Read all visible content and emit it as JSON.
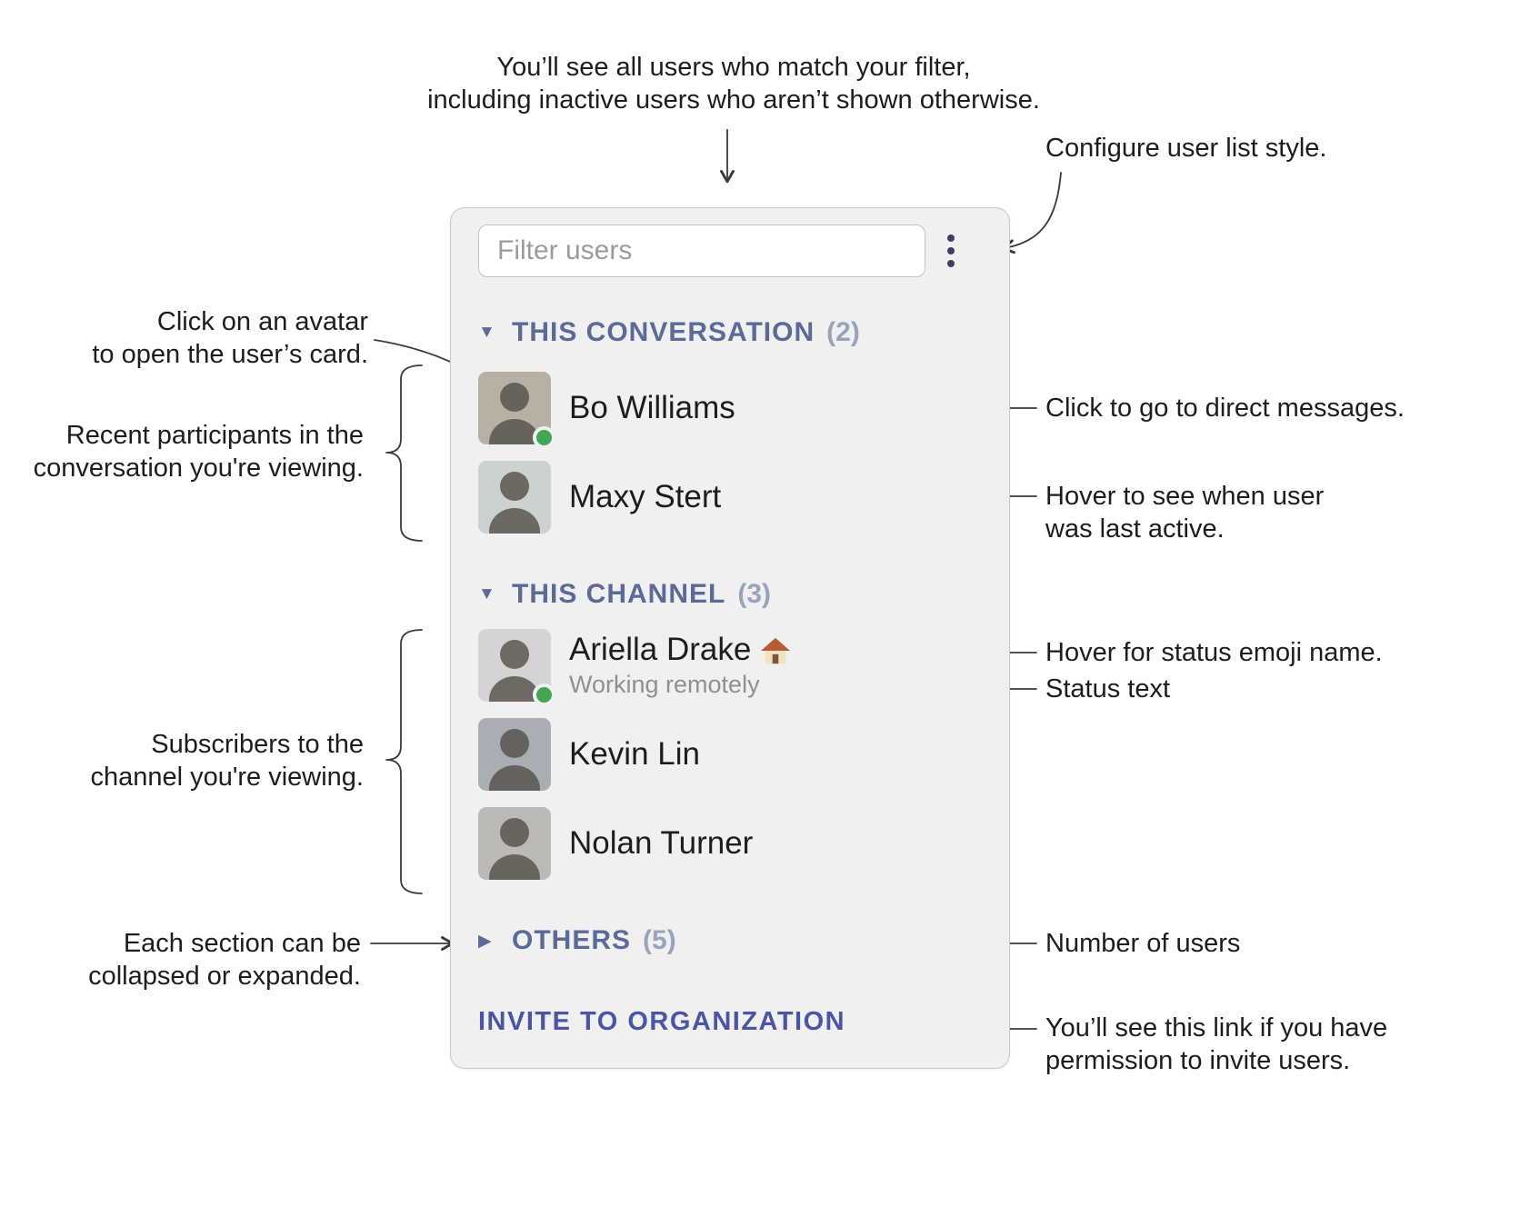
{
  "panel": {
    "filter_placeholder": "Filter users",
    "sections": [
      {
        "triangle": "▼",
        "label": "THIS CONVERSATION",
        "count": "(2)",
        "users": [
          {
            "name": "Bo Williams",
            "online": true,
            "avatar_color": "#b6b1a3"
          },
          {
            "name": "Maxy Stert",
            "online": false,
            "avatar_color": "#ccd2cd"
          }
        ]
      },
      {
        "triangle": "▼",
        "label": "THIS CHANNEL",
        "count": "(3)",
        "users": [
          {
            "name": "Ariella Drake",
            "status_emoji": "house",
            "status_text": "Working remotely",
            "online": true,
            "avatar_color": "#d6d3d4"
          },
          {
            "name": "Kevin Lin",
            "online": false,
            "avatar_color": "#a8aeb4"
          },
          {
            "name": "Nolan Turner",
            "online": false,
            "avatar_color": "#bcbab7"
          }
        ]
      },
      {
        "triangle": "▶",
        "label": "OTHERS",
        "count": "(5)",
        "users": []
      }
    ],
    "invite_label": "INVITE TO ORGANIZATION"
  },
  "annotations": {
    "filter_note": {
      "line1": "You’ll see all users who match your filter,",
      "line2": "including inactive users who aren’t shown otherwise."
    },
    "configure": "Configure user list style.",
    "avatar_note": {
      "line1": "Click on an avatar",
      "line2": "to open the user’s card."
    },
    "participants_note": {
      "line1": "Recent participants in the",
      "line2": "conversation you're viewing."
    },
    "dm_note": "Click to go to direct messages.",
    "last_active_note": {
      "line1": "Hover to see when user",
      "line2": "was last active."
    },
    "status_emoji_note": "Hover for status emoji name.",
    "status_text_note": "Status text",
    "subscribers_note": {
      "line1": "Subscribers to the",
      "line2": "channel you're viewing."
    },
    "collapse_note": {
      "line1": "Each section can be",
      "line2": "collapsed or expanded."
    },
    "count_note": "Number of users",
    "invite_note": {
      "line1": "You’ll see this link if you have",
      "line2": "permission to invite users."
    }
  },
  "colors": {
    "panel_background": "#f0f0f1",
    "section_header": "#5a6a99",
    "section_count": "#98a3bd",
    "invite_link": "#4a55a4",
    "presence_online": "#43a653",
    "status_text": "#8f8f94",
    "annotation_text": "#1d1d1f",
    "menu_icon": "#3e3e62"
  }
}
